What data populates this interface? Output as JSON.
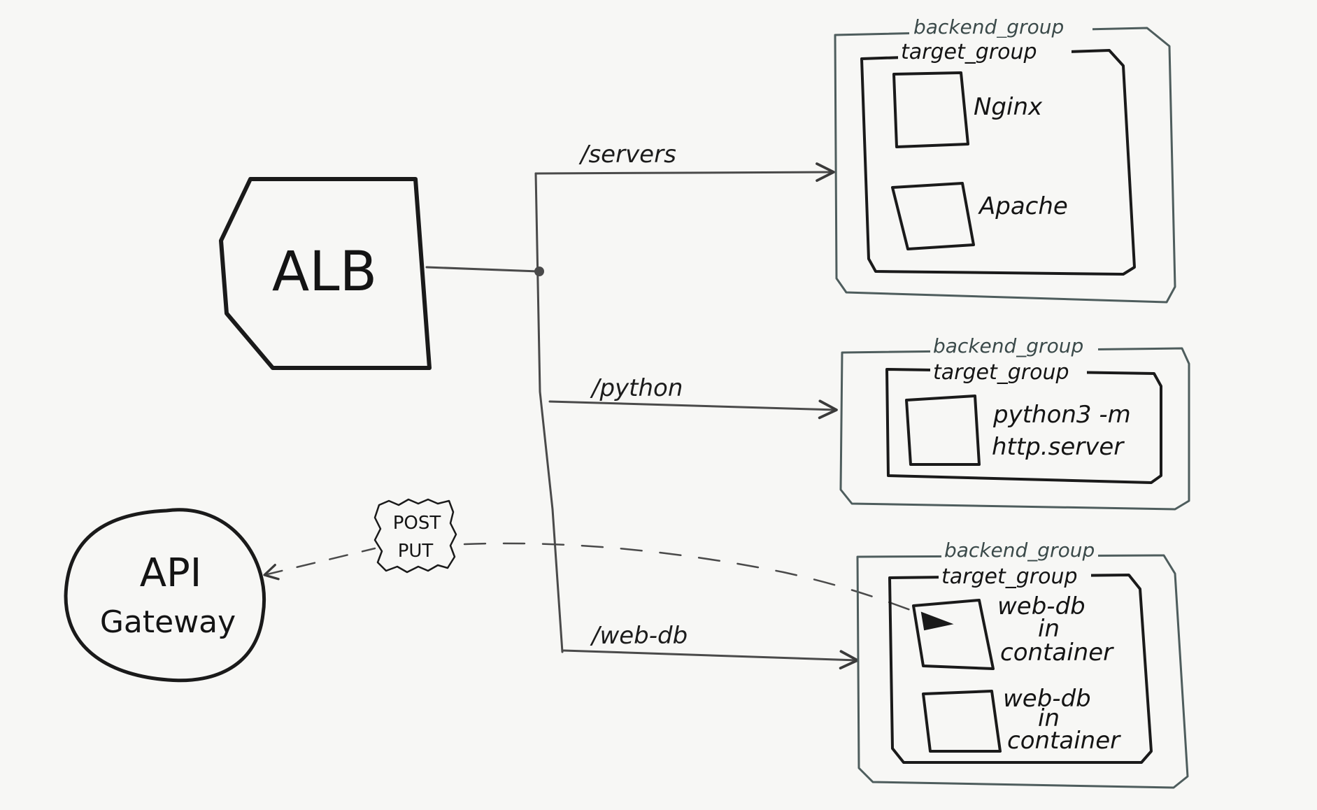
{
  "alb": {
    "label": "ALB"
  },
  "api_gateway": {
    "line1": "API",
    "line2": "Gateway"
  },
  "methods": {
    "post": "POST",
    "put": "PUT"
  },
  "routes": {
    "servers": "/servers",
    "python": "/python",
    "webdb": "/web-db"
  },
  "groups": [
    {
      "backend_label": "backend_group",
      "target_label": "target_group",
      "servers": [
        {
          "line1": "Nginx",
          "line2": "",
          "line3": ""
        },
        {
          "line1": "Apache",
          "line2": "",
          "line3": ""
        }
      ]
    },
    {
      "backend_label": "backend_group",
      "target_label": "target_group",
      "servers": [
        {
          "line1": "python3 -m",
          "line2": "http.server",
          "line3": ""
        }
      ]
    },
    {
      "backend_label": "backend_group",
      "target_label": "target_group",
      "servers": [
        {
          "line1": "web-db",
          "line2": "in",
          "line3": "container"
        },
        {
          "line1": "web-db",
          "line2": "in",
          "line3": "container"
        }
      ]
    }
  ]
}
